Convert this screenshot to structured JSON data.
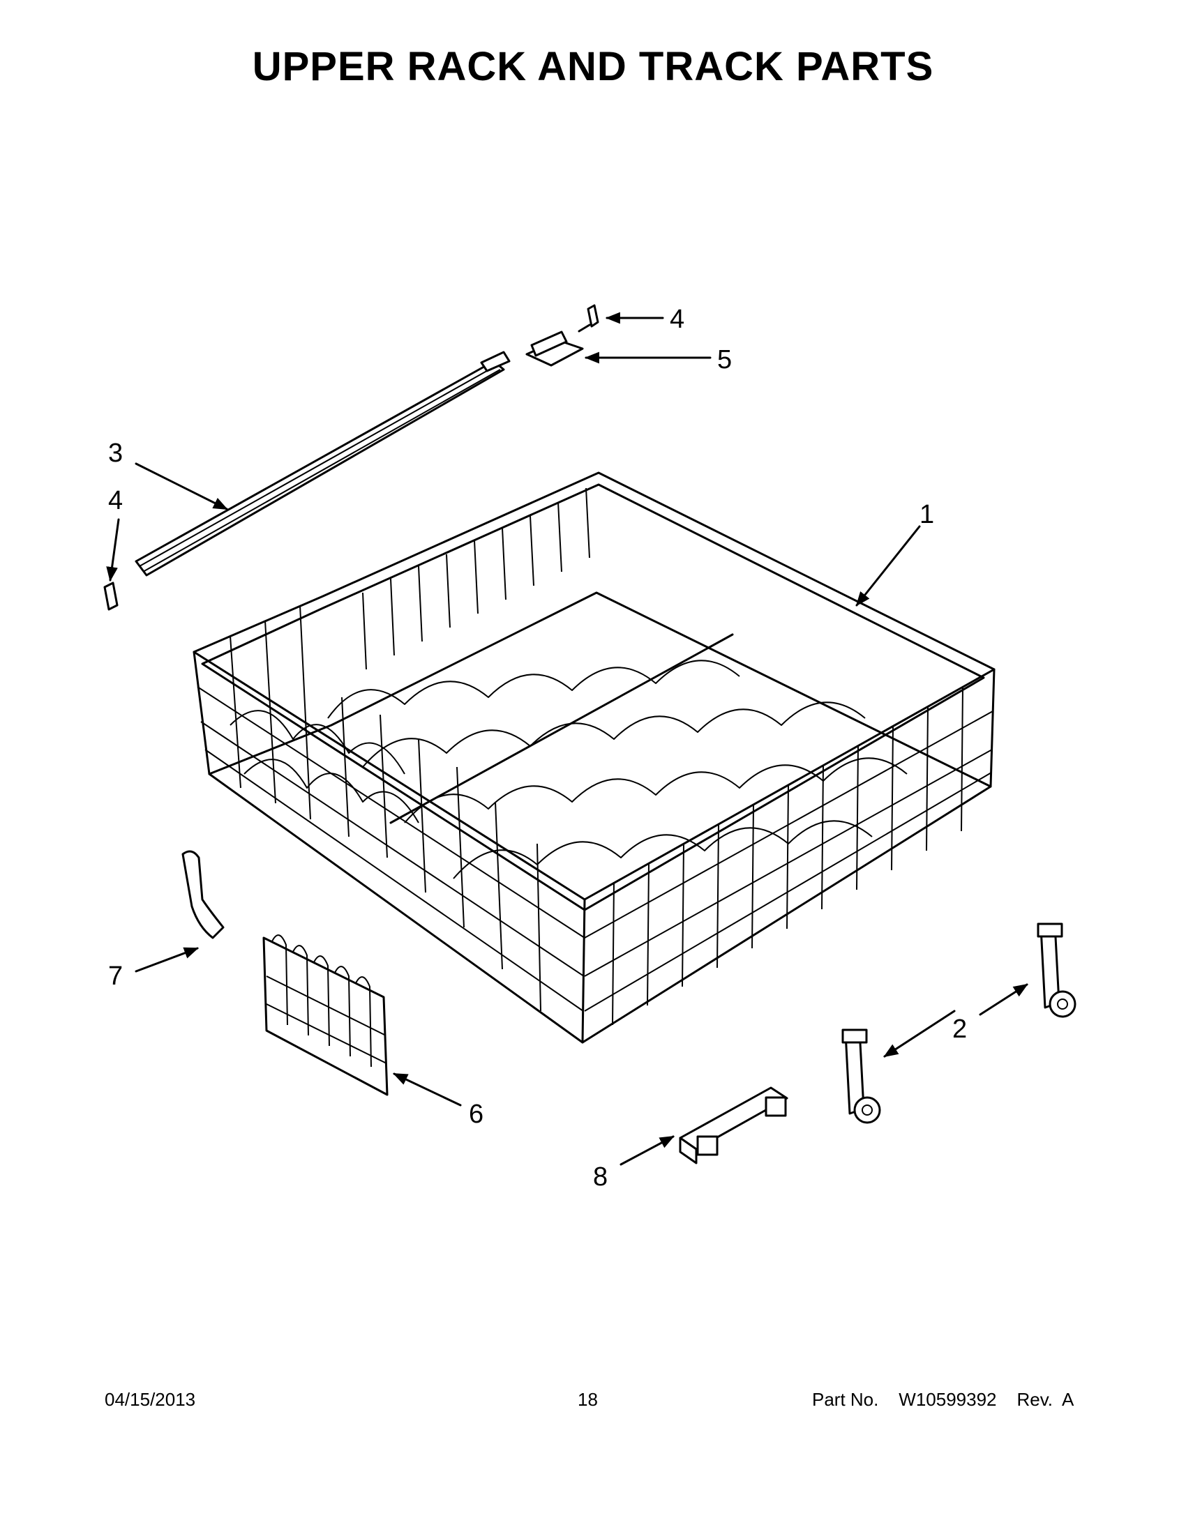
{
  "page": {
    "title": "UPPER RACK AND TRACK PARTS"
  },
  "callouts": [
    {
      "id": "callout-1",
      "label": "1"
    },
    {
      "id": "callout-2",
      "label": "2"
    },
    {
      "id": "callout-3",
      "label": "3"
    },
    {
      "id": "callout-4-top",
      "label": "4"
    },
    {
      "id": "callout-4-left",
      "label": "4"
    },
    {
      "id": "callout-5",
      "label": "5"
    },
    {
      "id": "callout-6",
      "label": "6"
    },
    {
      "id": "callout-7",
      "label": "7"
    },
    {
      "id": "callout-8",
      "label": "8"
    }
  ],
  "footer": {
    "date": "04/15/2013",
    "page_number": "18",
    "part_label": "Part No.",
    "part_number": "W10599392",
    "revision": "Rev.  A"
  }
}
